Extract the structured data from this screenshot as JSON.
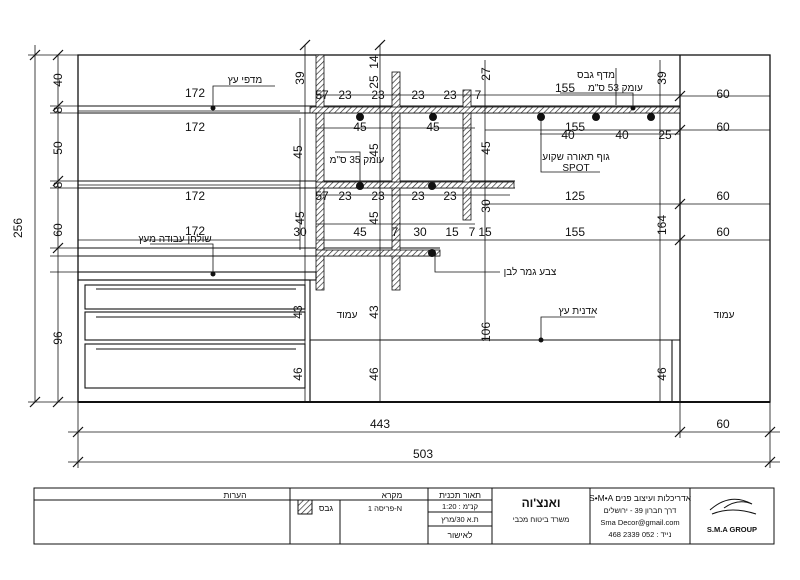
{
  "drawing": {
    "labels": {
      "wood_shelves": "מדפי עץ",
      "back_shelf": "מדף גבס",
      "shelf_depth_53": "עומק 53 ס\"מ",
      "shelf_depth_35": "עומק 35 ס\"מ",
      "spot_light": "גוף תאורה שקוע",
      "spot": "SPOT",
      "desk": "שולחן עבודה מעץ",
      "white_paint": "צבע גמר לבן",
      "wood_cabinet": "אדנית עץ",
      "column_left": "עמוד",
      "column_right": "עמוד"
    },
    "dims": {
      "overall_height": "256",
      "left_40": "40",
      "left_50": "50",
      "left_60": "60",
      "left_96": "96",
      "left_8a": "8",
      "left_8b": "8",
      "top_172a": "172",
      "top_172b": "172",
      "top_172c": "172",
      "top_172d": "172",
      "r_155a": "155",
      "r_155b": "155",
      "r_125": "125",
      "r_155c": "155",
      "r_60a": "60",
      "r_60b": "60",
      "r_60c": "60",
      "r_60d": "60",
      "v_39a": "39",
      "v_14": "14",
      "v_25a": "25",
      "v_27": "27",
      "v_39b": "39",
      "v_45a": "45",
      "v_45b": "45",
      "v_45c": "45",
      "v_45d": "45",
      "v_45e": "45",
      "v_30a": "30",
      "v_164": "164",
      "v_43a": "43",
      "v_43b": "43",
      "v_46a": "46",
      "v_46b": "46",
      "v_46c": "46",
      "v_106": "106",
      "h_57a": "57",
      "h_23a": "23",
      "h_23b": "23",
      "h_23c": "23",
      "h_23d": "23",
      "h_7a": "7",
      "h_45a": "45",
      "h_45b": "45",
      "h_40a": "40",
      "h_40b": "40",
      "h_25b": "25",
      "h_23e": "23",
      "h_23f": "23",
      "h_23g": "23",
      "h_23h": "23",
      "h_30b": "30",
      "h_57b": "57",
      "h_45f": "45",
      "h_7b": "7",
      "h_30c": "30",
      "h_15": "15",
      "h_7c": "7",
      "h_15b": "15",
      "total_443": "443",
      "total_60": "60",
      "total_503": "503"
    }
  },
  "title_block": {
    "notes": "הערות",
    "legend_title": "מקרא",
    "legend_item": "גבס",
    "drawing_desc": "תאור תכנית",
    "scale": "קנ\"מ : 1:20",
    "sheet": "פריסה 1-N",
    "date": "ת.א 30/מרץ",
    "status": "לאישור",
    "project": "ואנצ'וה",
    "project_sub": "משרד ביטוח מכבי",
    "company_line1": "S•M•A אדריכלות ועיצוב פנים",
    "company_line2": "דרך חברון 39 - ירושלים",
    "company_email": "Sma Decor@gmail.com",
    "company_phone": "נייד : 052 2339 468",
    "logo_text": "S.M.A GROUP"
  }
}
